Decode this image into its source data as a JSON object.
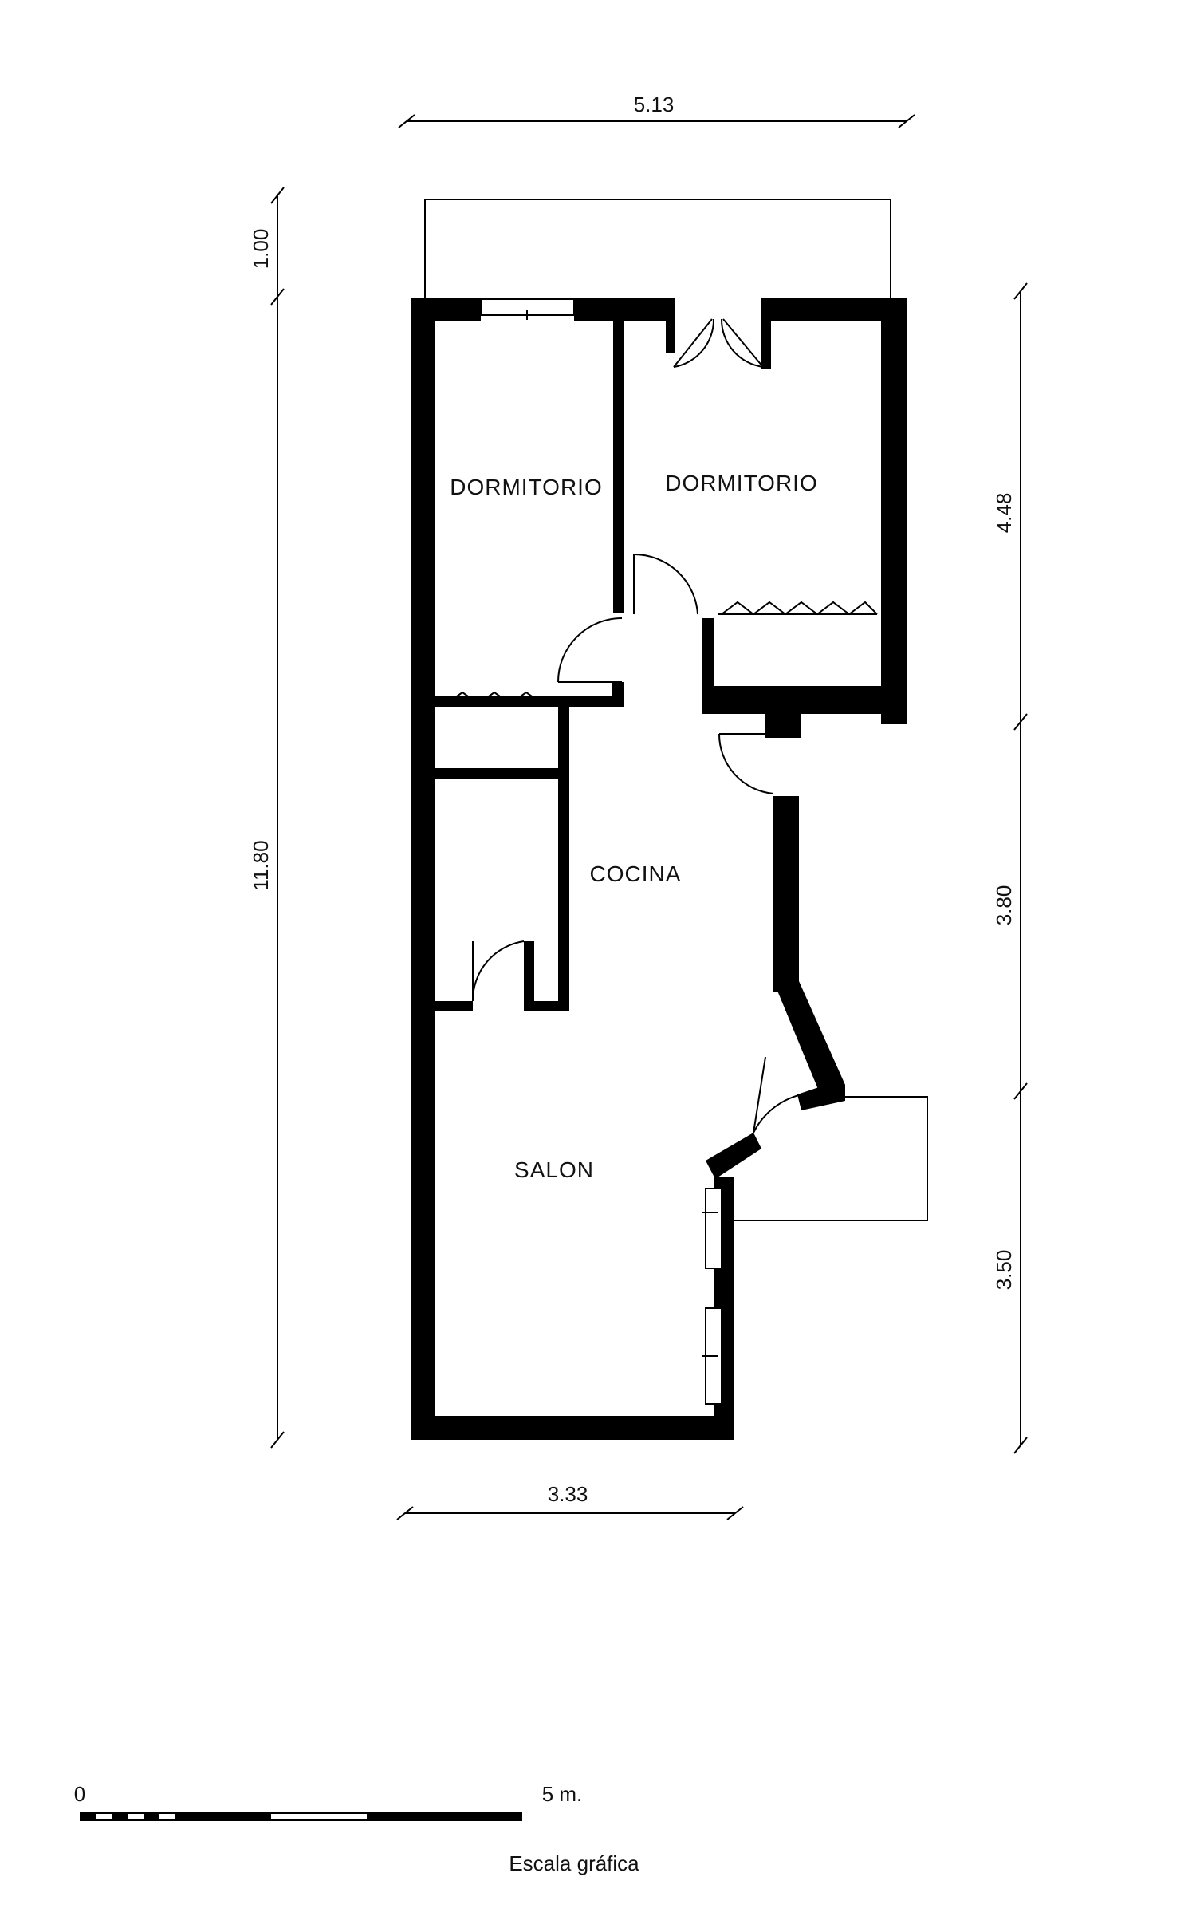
{
  "dimensions": {
    "top_width": "5.13",
    "bottom_width": "3.33",
    "terrace_depth": "1.00",
    "total_length": "11.80",
    "right_upper": "4.48",
    "right_middle": "3.80",
    "right_lower": "3.50"
  },
  "rooms": {
    "bedroom_left": "DORMITORIO",
    "bedroom_right": "DORMITORIO",
    "kitchen": "COCINA",
    "living_room": "SALON"
  },
  "scale_bar": {
    "start_label": "0",
    "end_label": "5 m.",
    "caption": "Escala gráfica"
  }
}
